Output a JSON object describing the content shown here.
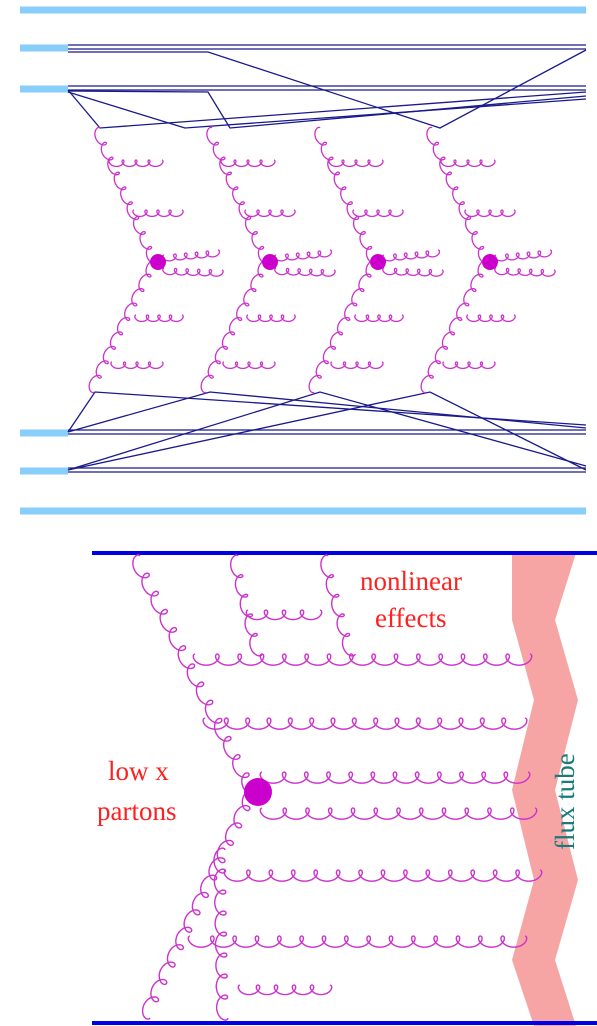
{
  "colors": {
    "beam": "#87cefa",
    "string": "#1a1a8c",
    "gluon": "#cc33cc",
    "vertex": "#cc00cc",
    "boundary": "#0000e6",
    "flux_tube": "#f7a4a4",
    "label_red": "#ff2020",
    "label_teal": "#1a7a7a"
  },
  "labels": {
    "nonlinear_line1": "nonlinear",
    "nonlinear_line2": "effects",
    "lowx_line1": "low x",
    "lowx_line2": "partons",
    "flux_tube": "flux tube"
  },
  "top_diagram": {
    "ladder_count": 4
  }
}
